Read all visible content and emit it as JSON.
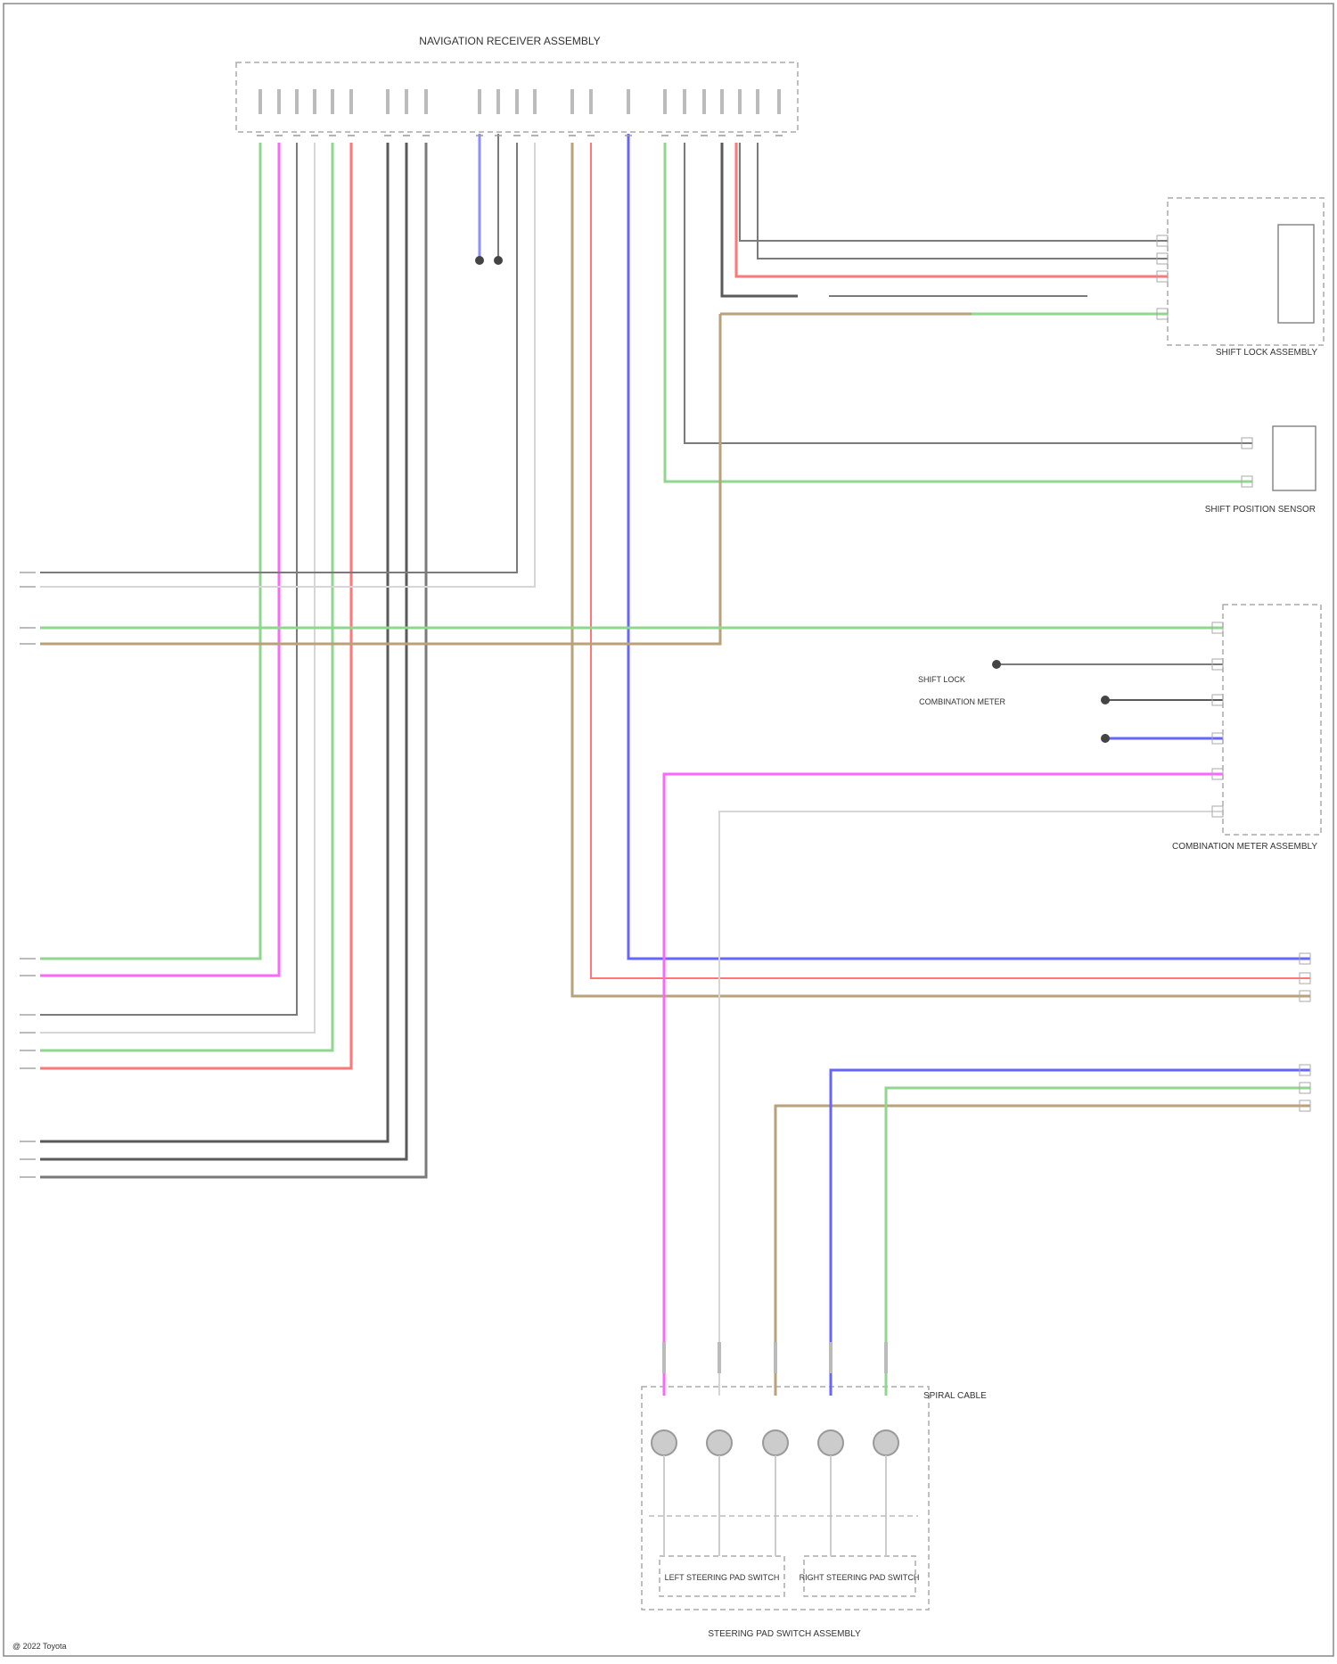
{
  "diagram": {
    "colors": {
      "green": "#8fd68f",
      "pink": "#ff66ff",
      "red": "#ff7777",
      "blue": "#6666ff",
      "tan": "#b9a27a",
      "gray": "#7a7a7a",
      "light": "#d6d6d6",
      "dark": "#5a5a5a",
      "ltblue": "#8f8fff",
      "frame": "#888888"
    },
    "footer": "@ 2022 Toyota",
    "components": {
      "head_unit": "NAVIGATION RECEIVER ASSEMBLY",
      "shift_lock": "SHIFT LOCK ASSEMBLY",
      "sensor": "SHIFT POSITION SENSOR",
      "combination_meter": "COMBINATION METER ASSEMBLY",
      "steering_switch": "STEERING PAD SWITCH ASSEMBLY",
      "spiral_cable": "SPIRAL CABLE",
      "left_switch": "LEFT STEERING PAD SWITCH",
      "right_switch": "RIGHT STEERING PAD SWITCH",
      "note_a": "SHIFT LOCK",
      "note_b": "COMBINATION METER"
    }
  }
}
